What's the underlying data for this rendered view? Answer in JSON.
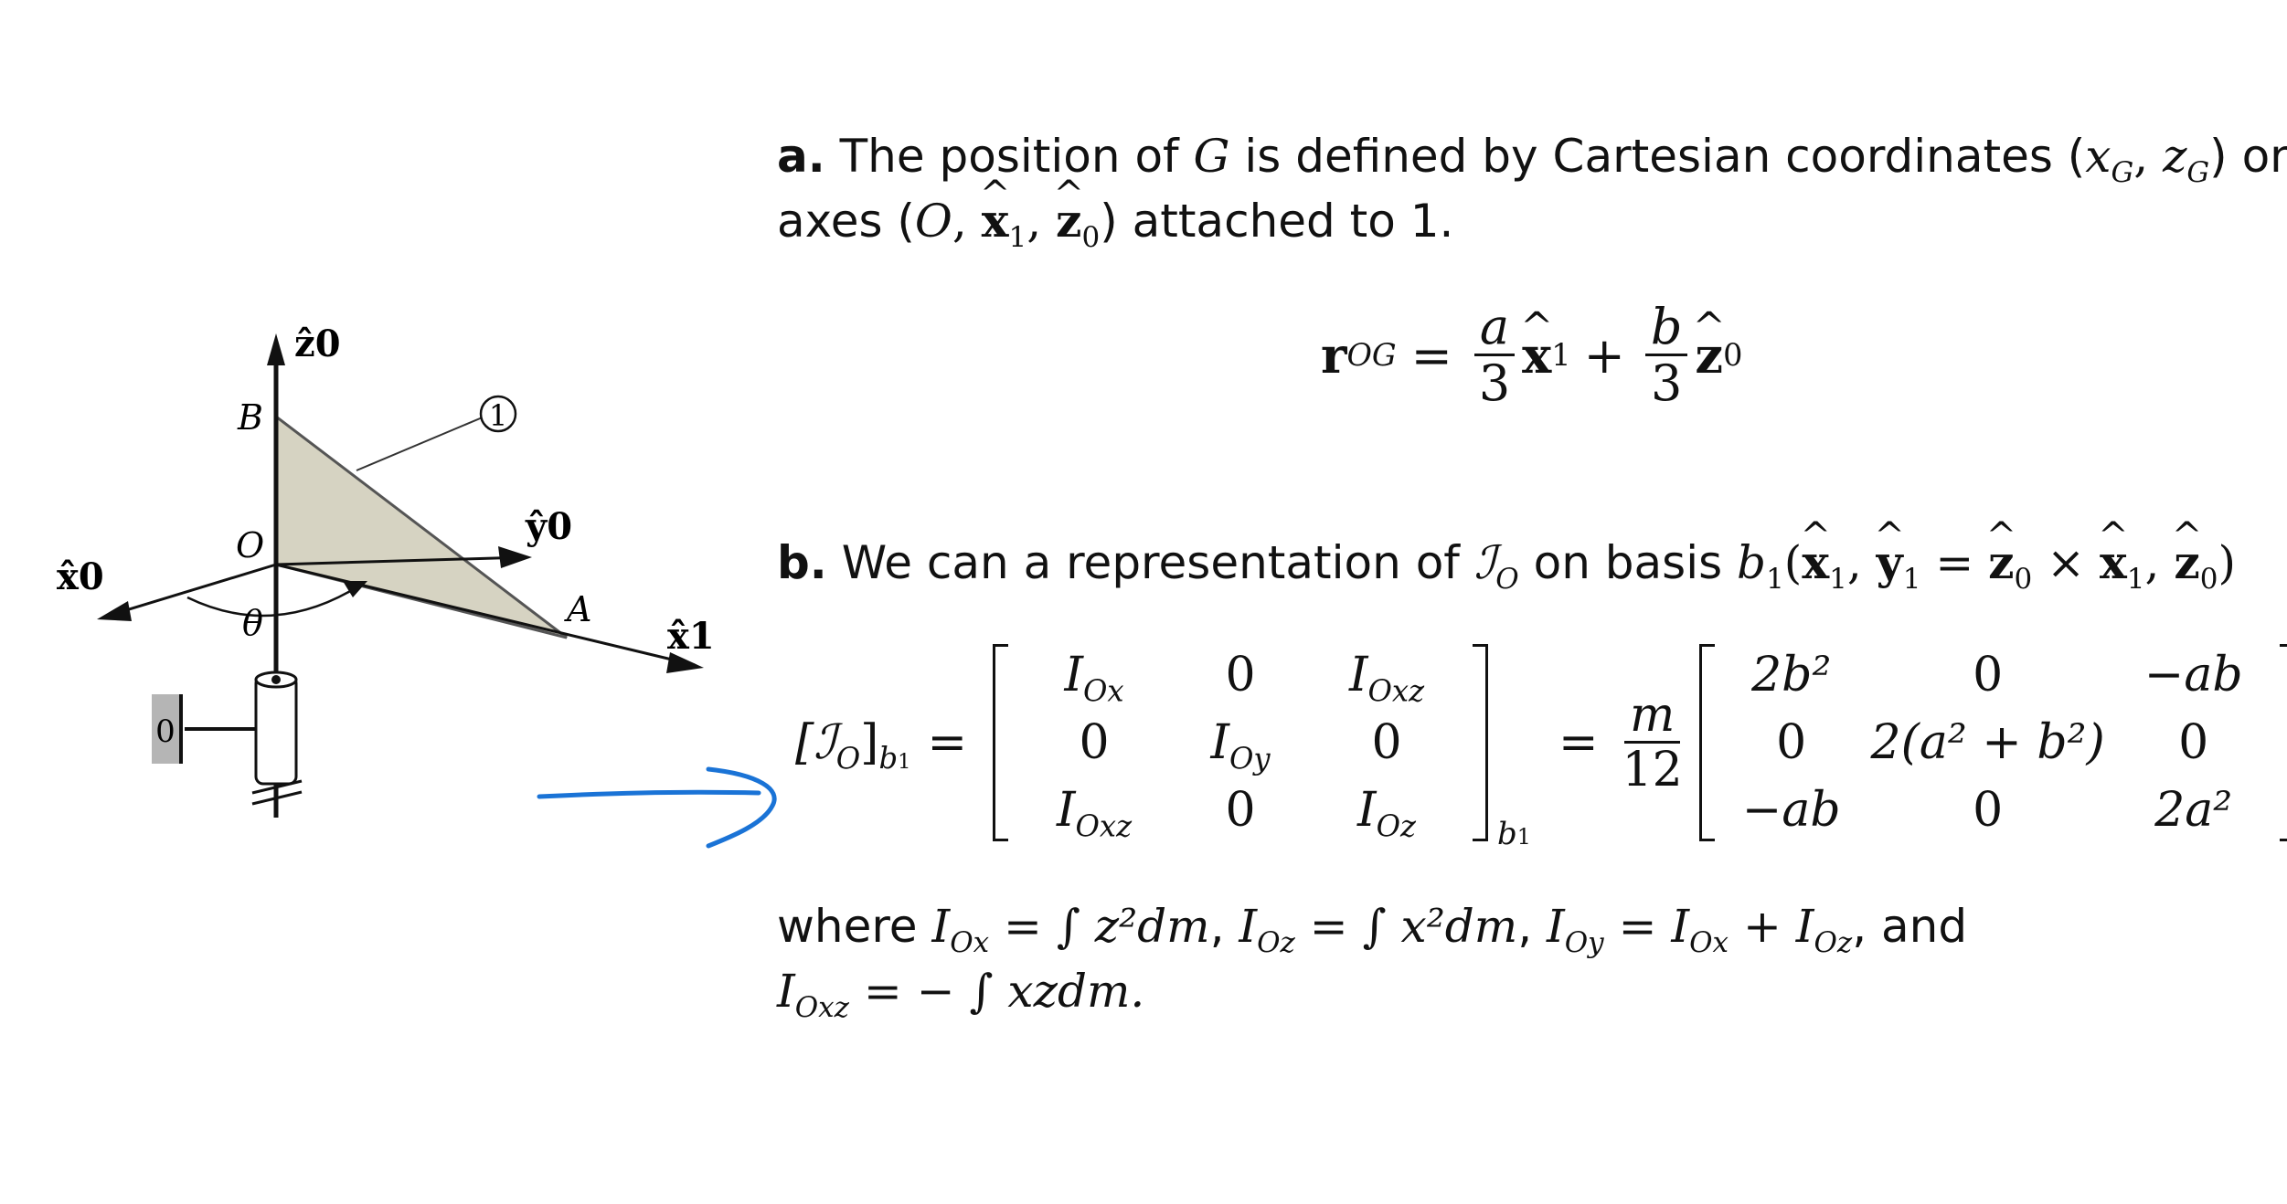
{
  "figure": {
    "label_z0": "ẑ0",
    "label_y0": "ŷ0",
    "label_x0": "x̂0",
    "label_x1": "x̂1",
    "label_B": "B",
    "label_O": "O",
    "label_A": "A",
    "label_theta": "θ",
    "label_body1": "1",
    "label_ground": "0",
    "plate_color": "#d6d3c2",
    "ground_color": "#b5b5b5"
  },
  "part_a": {
    "marker": "a.",
    "line1_text": " The position of ",
    "G": "G",
    "line1_rest": " is defined by Cartesian coordinates (",
    "xG": "x",
    "zG": "z",
    "line1_end": ") on",
    "line2_start": "axes (",
    "O": "O",
    "line2_end": ") attached to 1."
  },
  "eq1": {
    "lhs": "r",
    "lhs_sub": "OG",
    "num1": "a",
    "den1": "3",
    "num2": "b",
    "den2": "3"
  },
  "part_b": {
    "marker": "b.",
    "text": " We can a representation of ",
    "I": "ℐ",
    "I_sub": "O",
    "text2": " on basis ",
    "basis": "b",
    "basis_sub": "1"
  },
  "eq2": {
    "lhs": "[ℐ",
    "lhs_sub": "O",
    "lhs_close": "]",
    "lhs_b": "b",
    "m1": [
      "I_Ox",
      "0",
      "I_Oxz",
      "0",
      "I_Oy",
      "0",
      "I_Oxz",
      "0",
      "I_Oz"
    ],
    "coef_num": "m",
    "coef_den": "12",
    "m2": [
      "2b²",
      "0",
      "−ab",
      "0",
      "2(a² + b²)",
      "0",
      "−ab",
      "0",
      "2a²"
    ],
    "basis_label": "b"
  },
  "where": {
    "word_where": "where ",
    "word_and": ", and",
    "Iox_def": "∫ z²dm",
    "Ioz_def": "∫ x²dm",
    "Ioxz_def": "− ∫ xzdm."
  },
  "annotation_color": "#1a73d6"
}
